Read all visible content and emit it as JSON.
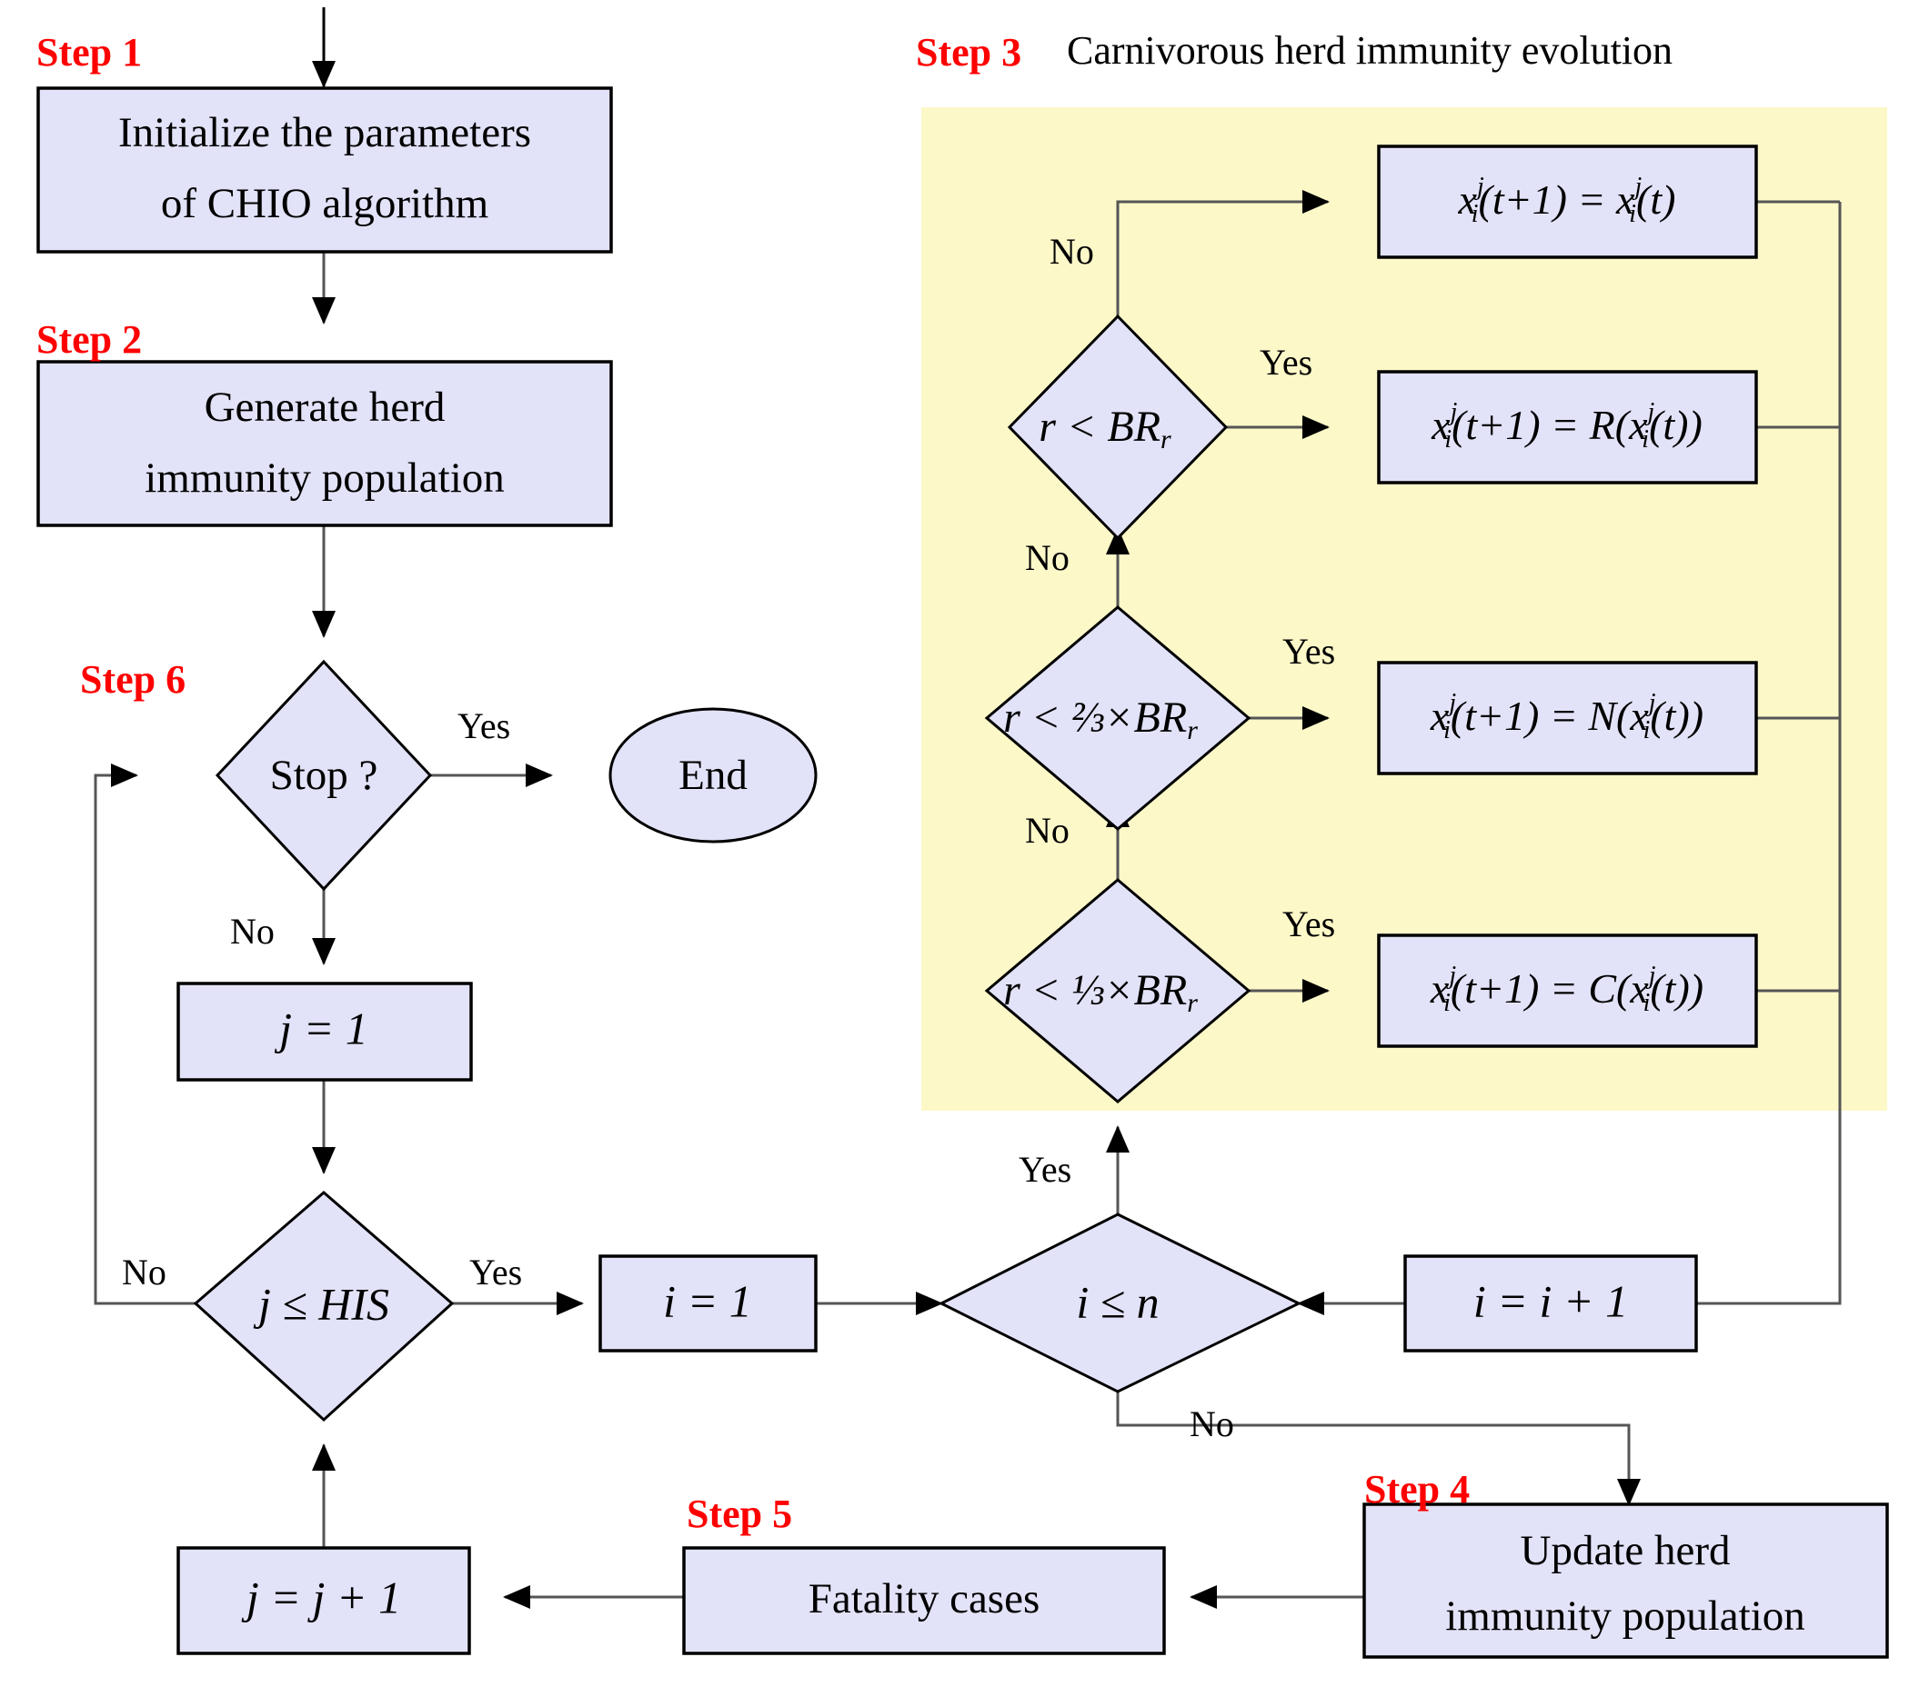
{
  "diagram": {
    "title": "CHIO algorithm flowchart",
    "colors": {
      "node_fill": "#e2e2f8",
      "node_stroke": "#000000",
      "step_label": "#ff0000",
      "highlight_region": "#fcf8c8",
      "connector": "#555555",
      "background": "#ffffff"
    },
    "step_labels": {
      "step1": "Step 1",
      "step2": "Step 2",
      "step3": "Step 3",
      "step4": "Step 4",
      "step5": "Step 5",
      "step6": "Step 6"
    },
    "step3_title": "Carnivorous herd immunity evolution",
    "nodes": {
      "init": {
        "line1": "Initialize the parameters",
        "line2": "of CHIO algorithm",
        "shape": "process"
      },
      "generate": {
        "line1": "Generate herd",
        "line2": "immunity population",
        "shape": "process"
      },
      "stop": {
        "label": "Stop ?",
        "shape": "decision"
      },
      "end": {
        "label": "End",
        "shape": "terminator"
      },
      "j_init": {
        "label": "j =  1",
        "shape": "process"
      },
      "j_cond": {
        "label": "j ≤ HIS",
        "shape": "decision"
      },
      "i_init": {
        "label": "i =  1",
        "shape": "process"
      },
      "i_cond": {
        "label": "i ≤ n",
        "shape": "decision"
      },
      "i_inc": {
        "label": "i = i + 1",
        "shape": "process"
      },
      "j_inc": {
        "label": "j = j + 1",
        "shape": "process"
      },
      "fatality": {
        "label": "Fatality cases",
        "shape": "process"
      },
      "update": {
        "line1": "Update herd",
        "line2": "immunity population",
        "shape": "process"
      },
      "cond_br": {
        "label": "r < BR",
        "sub": "r",
        "shape": "decision"
      },
      "cond_23br": {
        "label": "r < ⅔×BR",
        "sub": "r",
        "shape": "decision"
      },
      "cond_13br": {
        "label": "r < ⅓×BR",
        "sub": "r",
        "shape": "decision"
      },
      "fml_same": {
        "lhs": "x",
        "lhs_sup": "j",
        "lhs_sub": "i",
        "text": "(t+1) = ",
        "rhs": "x",
        "rhs_sup": "j",
        "rhs_sub": "i",
        "tail": "(t)",
        "shape": "process"
      },
      "fml_R": {
        "lhs": "x",
        "lhs_sup": "j",
        "lhs_sub": "i",
        "text": "(t+1) = R(",
        "rhs": "x",
        "rhs_sup": "j",
        "rhs_sub": "i",
        "tail": "(t))",
        "shape": "process"
      },
      "fml_N": {
        "lhs": "x",
        "lhs_sup": "j",
        "lhs_sub": "i",
        "text": "(t+1) = N(",
        "rhs": "x",
        "rhs_sup": "j",
        "rhs_sub": "i",
        "tail": "(t))",
        "shape": "process"
      },
      "fml_C": {
        "lhs": "x",
        "lhs_sup": "j",
        "lhs_sub": "i",
        "text": "(t+1) = C(",
        "rhs": "x",
        "rhs_sup": "j",
        "rhs_sub": "i",
        "tail": "(t))",
        "shape": "process"
      }
    },
    "edge_labels": {
      "stop_yes": "Yes",
      "stop_no": "No",
      "jcond_yes": "Yes",
      "jcond_no": "No",
      "icond_yes": "Yes",
      "icond_no": "No",
      "br_no_top": "No",
      "br_yes": "Yes",
      "br_no_bottom": "No",
      "br23_yes": "Yes",
      "br23_no": "No",
      "br13_yes": "Yes"
    }
  }
}
